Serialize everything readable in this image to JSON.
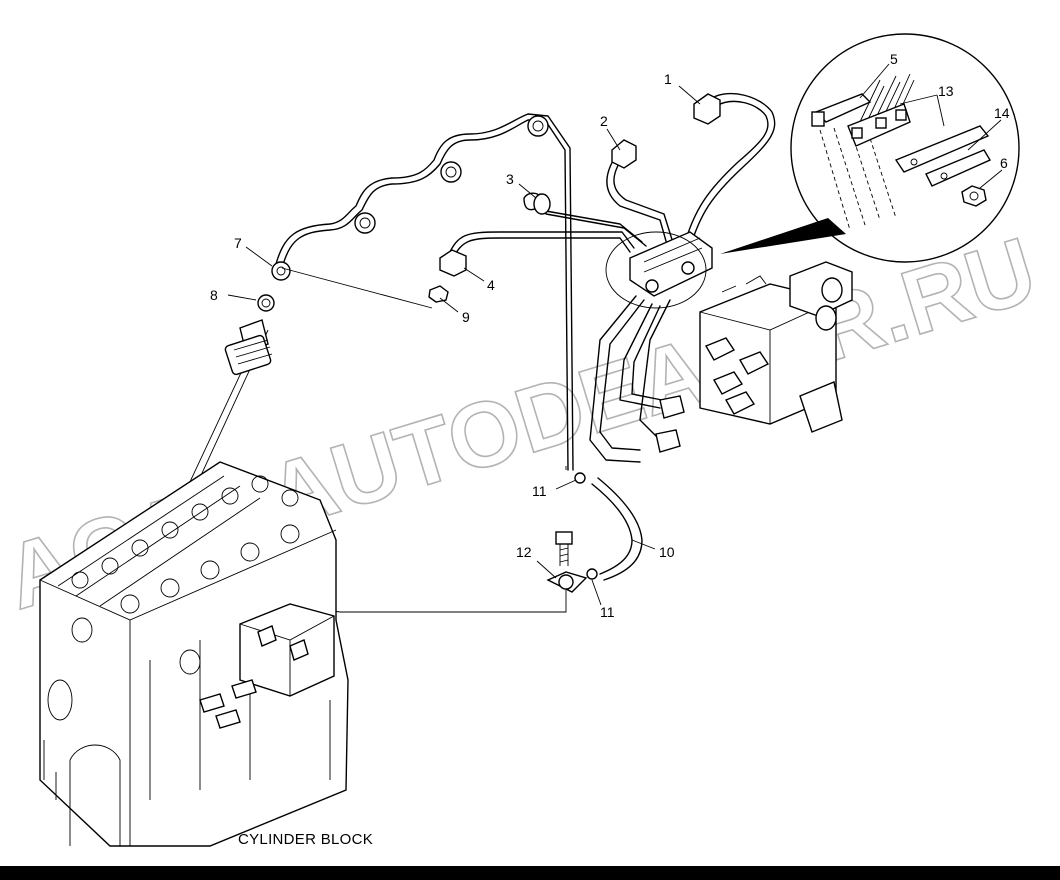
{
  "diagram": {
    "callouts": [
      {
        "id": "c1",
        "label": "1"
      },
      {
        "id": "c2",
        "label": "2"
      },
      {
        "id": "c3",
        "label": "3"
      },
      {
        "id": "c4",
        "label": "4"
      },
      {
        "id": "c5",
        "label": "5"
      },
      {
        "id": "c6",
        "label": "6"
      },
      {
        "id": "c7",
        "label": "7"
      },
      {
        "id": "c8",
        "label": "8"
      },
      {
        "id": "c9",
        "label": "9"
      },
      {
        "id": "c10",
        "label": "10"
      },
      {
        "id": "c11a",
        "label": "11"
      },
      {
        "id": "c11b",
        "label": "11"
      },
      {
        "id": "c12",
        "label": "12"
      },
      {
        "id": "c13",
        "label": "13"
      },
      {
        "id": "c14",
        "label": "14"
      }
    ],
    "caption": "CYLINDER BLOCK",
    "watermark": "ACAT-AUTODEALER.RU"
  },
  "colors": {
    "line": "#000000",
    "background": "#ffffff",
    "watermark": "#9a9a9a"
  }
}
